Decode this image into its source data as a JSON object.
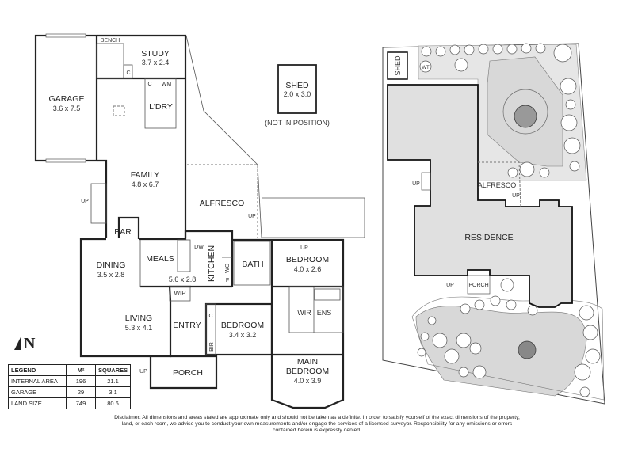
{
  "floor_plan": {
    "rooms": {
      "garage": {
        "name": "GARAGE",
        "dim": "3.6 x 7.5"
      },
      "study": {
        "name": "STUDY",
        "dim": "3.7 x 2.4"
      },
      "bench": "BENCH",
      "c1": "C",
      "c2": "C",
      "c3": "C",
      "wm": "WM",
      "laundry": "L'DRY",
      "family": {
        "name": "FAMILY",
        "dim": "4.8 x 6.7"
      },
      "alfresco": "ALFRESCO",
      "bar": "BAR",
      "dining": {
        "name": "DINING",
        "dim": "3.5 x 2.8"
      },
      "meals": {
        "name": "MEALS",
        "dim": "5.6 x 2.8"
      },
      "dw": "DW",
      "kitchen": "KITCHEN",
      "wc": "WC",
      "f": "F",
      "bath": "BATH",
      "bedroom1": {
        "name": "BEDROOM",
        "dim": "4.0 x 2.6"
      },
      "wip": "WIP",
      "living": {
        "name": "LIVING",
        "dim": "5.3 x 4.1"
      },
      "entry": "ENTRY",
      "bir": "BIR",
      "bedroom2": {
        "name": "BEDROOM",
        "dim": "3.4 x 3.2"
      },
      "wir": "WIR",
      "ens": "ENS",
      "main_bedroom": {
        "name1": "MAIN",
        "name2": "BEDROOM",
        "dim": "4.0 x 3.9"
      },
      "porch": "PORCH"
    },
    "up_labels": [
      "UP",
      "UP",
      "UP",
      "UP"
    ],
    "shed": {
      "name": "SHED",
      "dim": "2.0 x 3.0",
      "note": "(NOT IN POSITION)"
    },
    "compass": "N"
  },
  "legend": {
    "headers": [
      "LEGEND",
      "M²",
      "SQUARES"
    ],
    "rows": [
      {
        "label": "INTERNAL AREA",
        "m2": "196",
        "squares": "21.1"
      },
      {
        "label": "GARAGE",
        "m2": "29",
        "squares": "3.1"
      },
      {
        "label": "LAND SIZE",
        "m2": "749",
        "squares": "80.6"
      }
    ]
  },
  "site_plan": {
    "shed": "SHED",
    "wt": "WT",
    "alfresco": "ALFRESCO",
    "residence": "RESIDENCE",
    "porch": "PORCH",
    "up_labels": [
      "UP",
      "UP",
      "UP"
    ]
  },
  "disclaimer": "Disclaimer: All dimensions and areas stated are approximate only and should not be taken as a definite. In order to satisfy yourself of the exact dimensions of the property, land, or each room, we advise you to conduct your own measurements and/or engage the services of a licensed surveyor. Responsibility for any omissions or errors contained herein is expressly denied."
}
